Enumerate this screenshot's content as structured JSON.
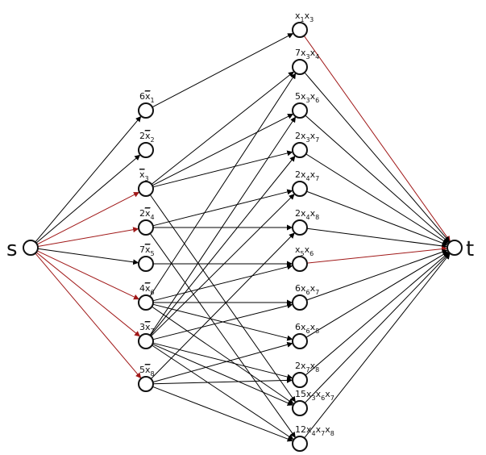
{
  "colors": {
    "normal": "#000000",
    "highlight": "#a01818"
  },
  "source": {
    "label": "s"
  },
  "sink": {
    "label": "t"
  },
  "left_nodes": [
    {
      "id": "L1",
      "coef": "6",
      "var": "1"
    },
    {
      "id": "L2",
      "coef": "2",
      "var": "2"
    },
    {
      "id": "L3",
      "coef": "",
      "var": "3"
    },
    {
      "id": "L4",
      "coef": "2",
      "var": "4"
    },
    {
      "id": "L5",
      "coef": "7",
      "var": "5"
    },
    {
      "id": "L6",
      "coef": "4",
      "var": "6"
    },
    {
      "id": "L7",
      "coef": "3",
      "var": "7"
    },
    {
      "id": "L8",
      "coef": "5",
      "var": "8"
    }
  ],
  "right_nodes": [
    {
      "id": "R1",
      "coef": "",
      "vars": [
        "1",
        "3"
      ]
    },
    {
      "id": "R2",
      "coef": "7",
      "vars": [
        "3",
        "4"
      ]
    },
    {
      "id": "R3",
      "coef": "5",
      "vars": [
        "3",
        "6"
      ]
    },
    {
      "id": "R4",
      "coef": "2",
      "vars": [
        "3",
        "7"
      ]
    },
    {
      "id": "R5",
      "coef": "2",
      "vars": [
        "4",
        "7"
      ]
    },
    {
      "id": "R6",
      "coef": "2",
      "vars": [
        "4",
        "8"
      ]
    },
    {
      "id": "R7",
      "coef": "",
      "vars": [
        "5",
        "6"
      ]
    },
    {
      "id": "R8",
      "coef": "6",
      "vars": [
        "6",
        "7"
      ]
    },
    {
      "id": "R9",
      "coef": "6",
      "vars": [
        "6",
        "8"
      ]
    },
    {
      "id": "R10",
      "coef": "2",
      "vars": [
        "7",
        "8"
      ]
    },
    {
      "id": "R11",
      "coef": "15",
      "vars": [
        "3",
        "6",
        "7"
      ]
    },
    {
      "id": "R12",
      "coef": "12",
      "vars": [
        "4",
        "7",
        "8"
      ]
    }
  ],
  "edges_s": [
    {
      "to": "L1",
      "highlight": false
    },
    {
      "to": "L2",
      "highlight": false
    },
    {
      "to": "L3",
      "highlight": true
    },
    {
      "to": "L4",
      "highlight": true
    },
    {
      "to": "L5",
      "highlight": false
    },
    {
      "to": "L6",
      "highlight": true
    },
    {
      "to": "L7",
      "highlight": true
    },
    {
      "to": "L8",
      "highlight": true
    }
  ],
  "edges_mid": [
    [
      "L1",
      "R1"
    ],
    [
      "L3",
      "R2"
    ],
    [
      "L3",
      "R3"
    ],
    [
      "L3",
      "R4"
    ],
    [
      "L3",
      "R11"
    ],
    [
      "L4",
      "R5"
    ],
    [
      "L4",
      "R6"
    ],
    [
      "L4",
      "R12"
    ],
    [
      "L5",
      "R7"
    ],
    [
      "L6",
      "R2"
    ],
    [
      "L6",
      "R7"
    ],
    [
      "L6",
      "R8"
    ],
    [
      "L6",
      "R9"
    ],
    [
      "L6",
      "R11"
    ],
    [
      "L7",
      "R3"
    ],
    [
      "L7",
      "R4"
    ],
    [
      "L7",
      "R5"
    ],
    [
      "L7",
      "R8"
    ],
    [
      "L7",
      "R10"
    ],
    [
      "L7",
      "R11"
    ],
    [
      "L7",
      "R12"
    ],
    [
      "L8",
      "R6"
    ],
    [
      "L8",
      "R9"
    ],
    [
      "L8",
      "R10"
    ],
    [
      "L8",
      "R12"
    ]
  ],
  "edges_t": [
    {
      "from": "R1",
      "highlight": true
    },
    {
      "from": "R2",
      "highlight": false
    },
    {
      "from": "R3",
      "highlight": false
    },
    {
      "from": "R4",
      "highlight": false
    },
    {
      "from": "R5",
      "highlight": false
    },
    {
      "from": "R6",
      "highlight": false
    },
    {
      "from": "R7",
      "highlight": true
    },
    {
      "from": "R8",
      "highlight": false
    },
    {
      "from": "R9",
      "highlight": false
    },
    {
      "from": "R10",
      "highlight": false
    },
    {
      "from": "R11",
      "highlight": false
    },
    {
      "from": "R12",
      "highlight": false
    }
  ]
}
